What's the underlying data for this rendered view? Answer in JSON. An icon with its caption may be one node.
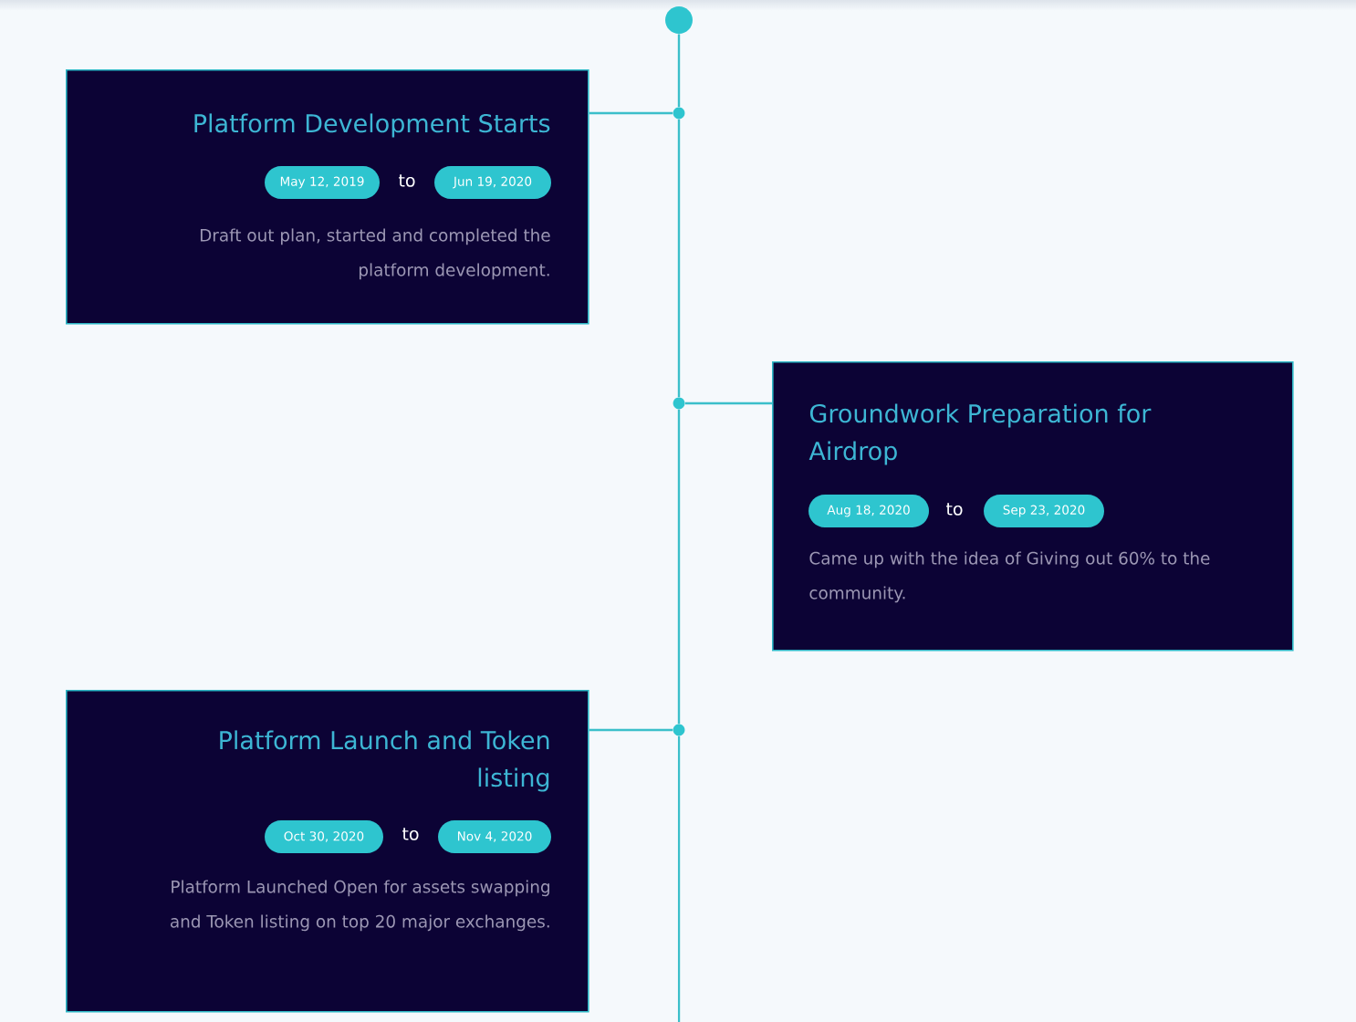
{
  "diagram": {
    "nodes": [
      {
        "text": [],
        "shape": "circle"
      },
      {
        "text": [
          "Platform Development Starts",
          "to",
          "Draft out plan, started and completed the platform development."
        ]
      },
      {
        "text": [
          "May 12, 2019"
        ],
        "in": 1
      },
      {
        "text": [
          "Jun 19, 2020"
        ],
        "in": 1
      },
      {
        "text": [],
        "shape": "circle"
      },
      {
        "text": [],
        "shape": "circle"
      },
      {
        "text": [
          "Groundwork Preparation for Airdrop",
          "to",
          "Came up with the idea of Giving out 60% to the community."
        ]
      },
      {
        "text": [
          "Aug 18, 2020"
        ],
        "in": 6
      },
      {
        "text": [
          "Sep 23, 2020"
        ],
        "in": 6
      },
      {
        "text": [
          "Platform Launch and Token listing",
          "to",
          "Platform Launched Open for assets swapping and Token listing on top 20 major exchanges."
        ]
      },
      {
        "text": [
          "Oct 30, 2020"
        ],
        "in": 9
      },
      {
        "text": [
          "Nov 4, 2020"
        ],
        "in": 9
      },
      {
        "text": [],
        "shape": "circle"
      }
    ],
    "edges": [
      {
        "from": 0,
        "to": 4,
        "arrow": "none"
      },
      {
        "from": 1,
        "to": 4,
        "arrow": "none"
      },
      {
        "from": 4,
        "to": 5,
        "arrow": "none"
      },
      {
        "from": 5,
        "to": 6,
        "arrow": "none"
      },
      {
        "from": 5,
        "to": 12,
        "arrow": "none"
      },
      {
        "from": 9,
        "to": 12,
        "arrow": "none"
      },
      {
        "from": 12,
        "to": null,
        "arrow": "none"
      }
    ]
  }
}
